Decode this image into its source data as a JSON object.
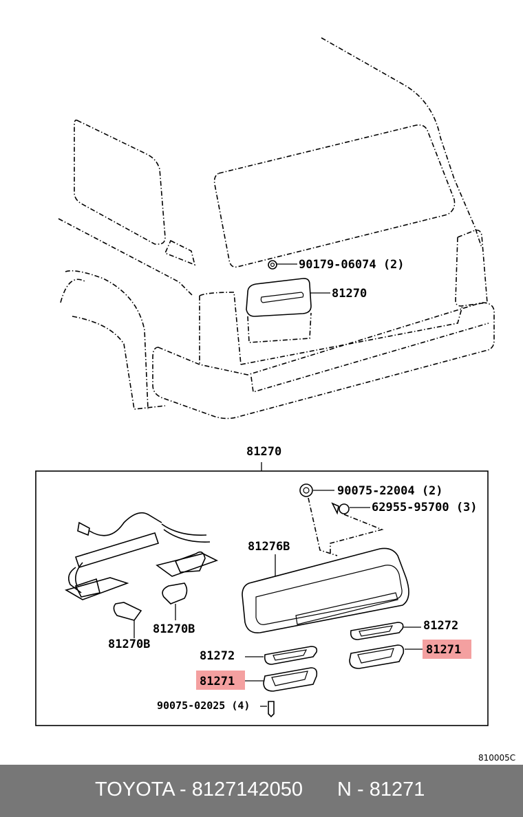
{
  "labels": {
    "top_screw": "90179-06074 (2)",
    "top_lamp": "81270",
    "assembly": "81270",
    "nut": "90075-22004 (2)",
    "clip": "62955-95700 (3)",
    "lens": "81276B",
    "bulb_a": "81270B",
    "bulb_b": "81270B",
    "gasket_right": "81272",
    "gasket_left": "81272",
    "lens_right": "81271",
    "lens_left": "81271",
    "screw": "90075-02025 (4)",
    "ref_code": "810005C"
  },
  "highlight_color": "#f4a0a0",
  "footer": {
    "brand_part": "TOYOTA - 8127142050",
    "ref_part": "N - 81271"
  }
}
